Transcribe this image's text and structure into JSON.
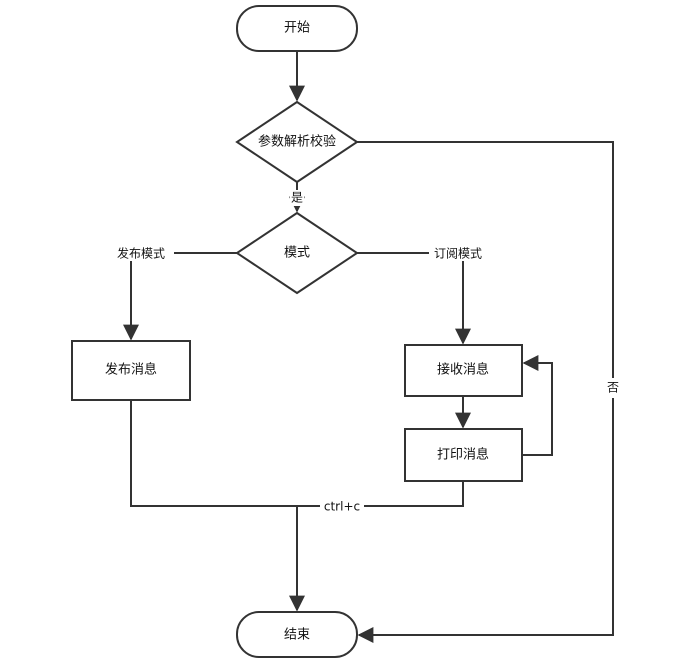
{
  "nodes": {
    "start": "开始",
    "parse_check": "参数解析校验",
    "mode": "模式",
    "publish": "发布消息",
    "receive": "接收消息",
    "print": "打印消息",
    "end": "结束"
  },
  "edges": {
    "yes": "是",
    "no": "否",
    "publish_mode": "发布模式",
    "subscribe_mode": "订阅模式",
    "ctrl_c": "ctrl+c"
  },
  "colors": {
    "stroke": "#333333",
    "text": "#111111",
    "background": "#ffffff"
  }
}
